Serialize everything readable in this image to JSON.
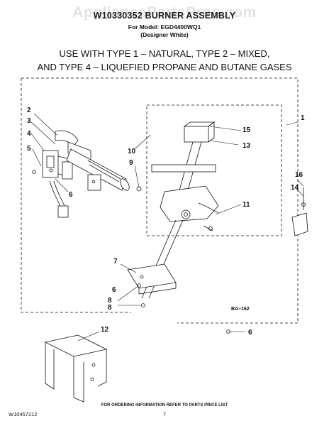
{
  "header": {
    "watermark": "AppliancePartsPros.com",
    "title": "W10330352 BURNER ASSEMBLY",
    "model_line": "For Model: EGD4400WQ1",
    "variant": "(Designer White)"
  },
  "note": {
    "line1": "USE WITH TYPE 1 – NATURAL, TYPE 2 – MIXED,",
    "line2": "AND TYPE 4 – LIQUEFIED PROPANE AND BUTANE GASES"
  },
  "callouts": [
    "1",
    "2",
    "3",
    "4",
    "5",
    "6",
    "7",
    "8",
    "9",
    "10",
    "11",
    "12",
    "13",
    "14",
    "15",
    "16",
    "8",
    "6",
    "6"
  ],
  "diagram_code": "BA–162",
  "footer": {
    "doc_code": "W10457212",
    "page": "7",
    "ordering": "FOR ORDERING INFORMATION REFER TO PARTS PRICE LIST"
  }
}
